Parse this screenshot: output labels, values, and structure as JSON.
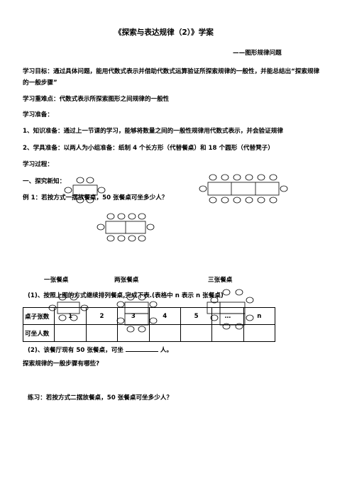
{
  "title": "《探索与表达规律（2）》学案",
  "subtitle": "——图形规律问题",
  "goal": "学习目标：通过具体问题，能用代数式表示并借助代数式运算验证所探索规律的一般性，并能总结出“探索规律的一般步骤”",
  "key_point": "学习重难点：代数式表示所探索图形之间规律的一般性",
  "prep_heading": "学习准备：",
  "prep_1": "1、知识准备：通过上一节课的学习，能够将数量之间的一般性规律用代数式表示，并会验证规律",
  "prep_2": "2、学具准备：以两人为小组准备：纸制 4 个长方形（代替餐桌）和 18 个圆形（代替凳子）",
  "process_heading": "学习过程：",
  "section_1": "一、探究新知：",
  "example_1": "例 1：若按方式一摆放餐桌，50 张餐桌可坐多少人？",
  "captions": {
    "one": "一张餐桌",
    "two": "两张餐桌",
    "three": "三张餐桌"
  },
  "question_1": "(1)、按照上图的方式继续排列餐桌,完成下表.(表格中 n 表示 n 张餐桌)",
  "table": {
    "row1_label": "桌子张数",
    "row1_values": [
      "1",
      "2",
      "3",
      "4",
      "5",
      "…",
      "n"
    ],
    "row2_label": "可坐人数"
  },
  "question_2_a": "(2)、该餐厅现有 50 张餐桌，可坐",
  "question_2_b": "人。",
  "steps_question": "探索规律的一般步骤有哪些?",
  "practice": "练习：若按方式二摆放餐桌，50 张餐桌可坐多少人？"
}
